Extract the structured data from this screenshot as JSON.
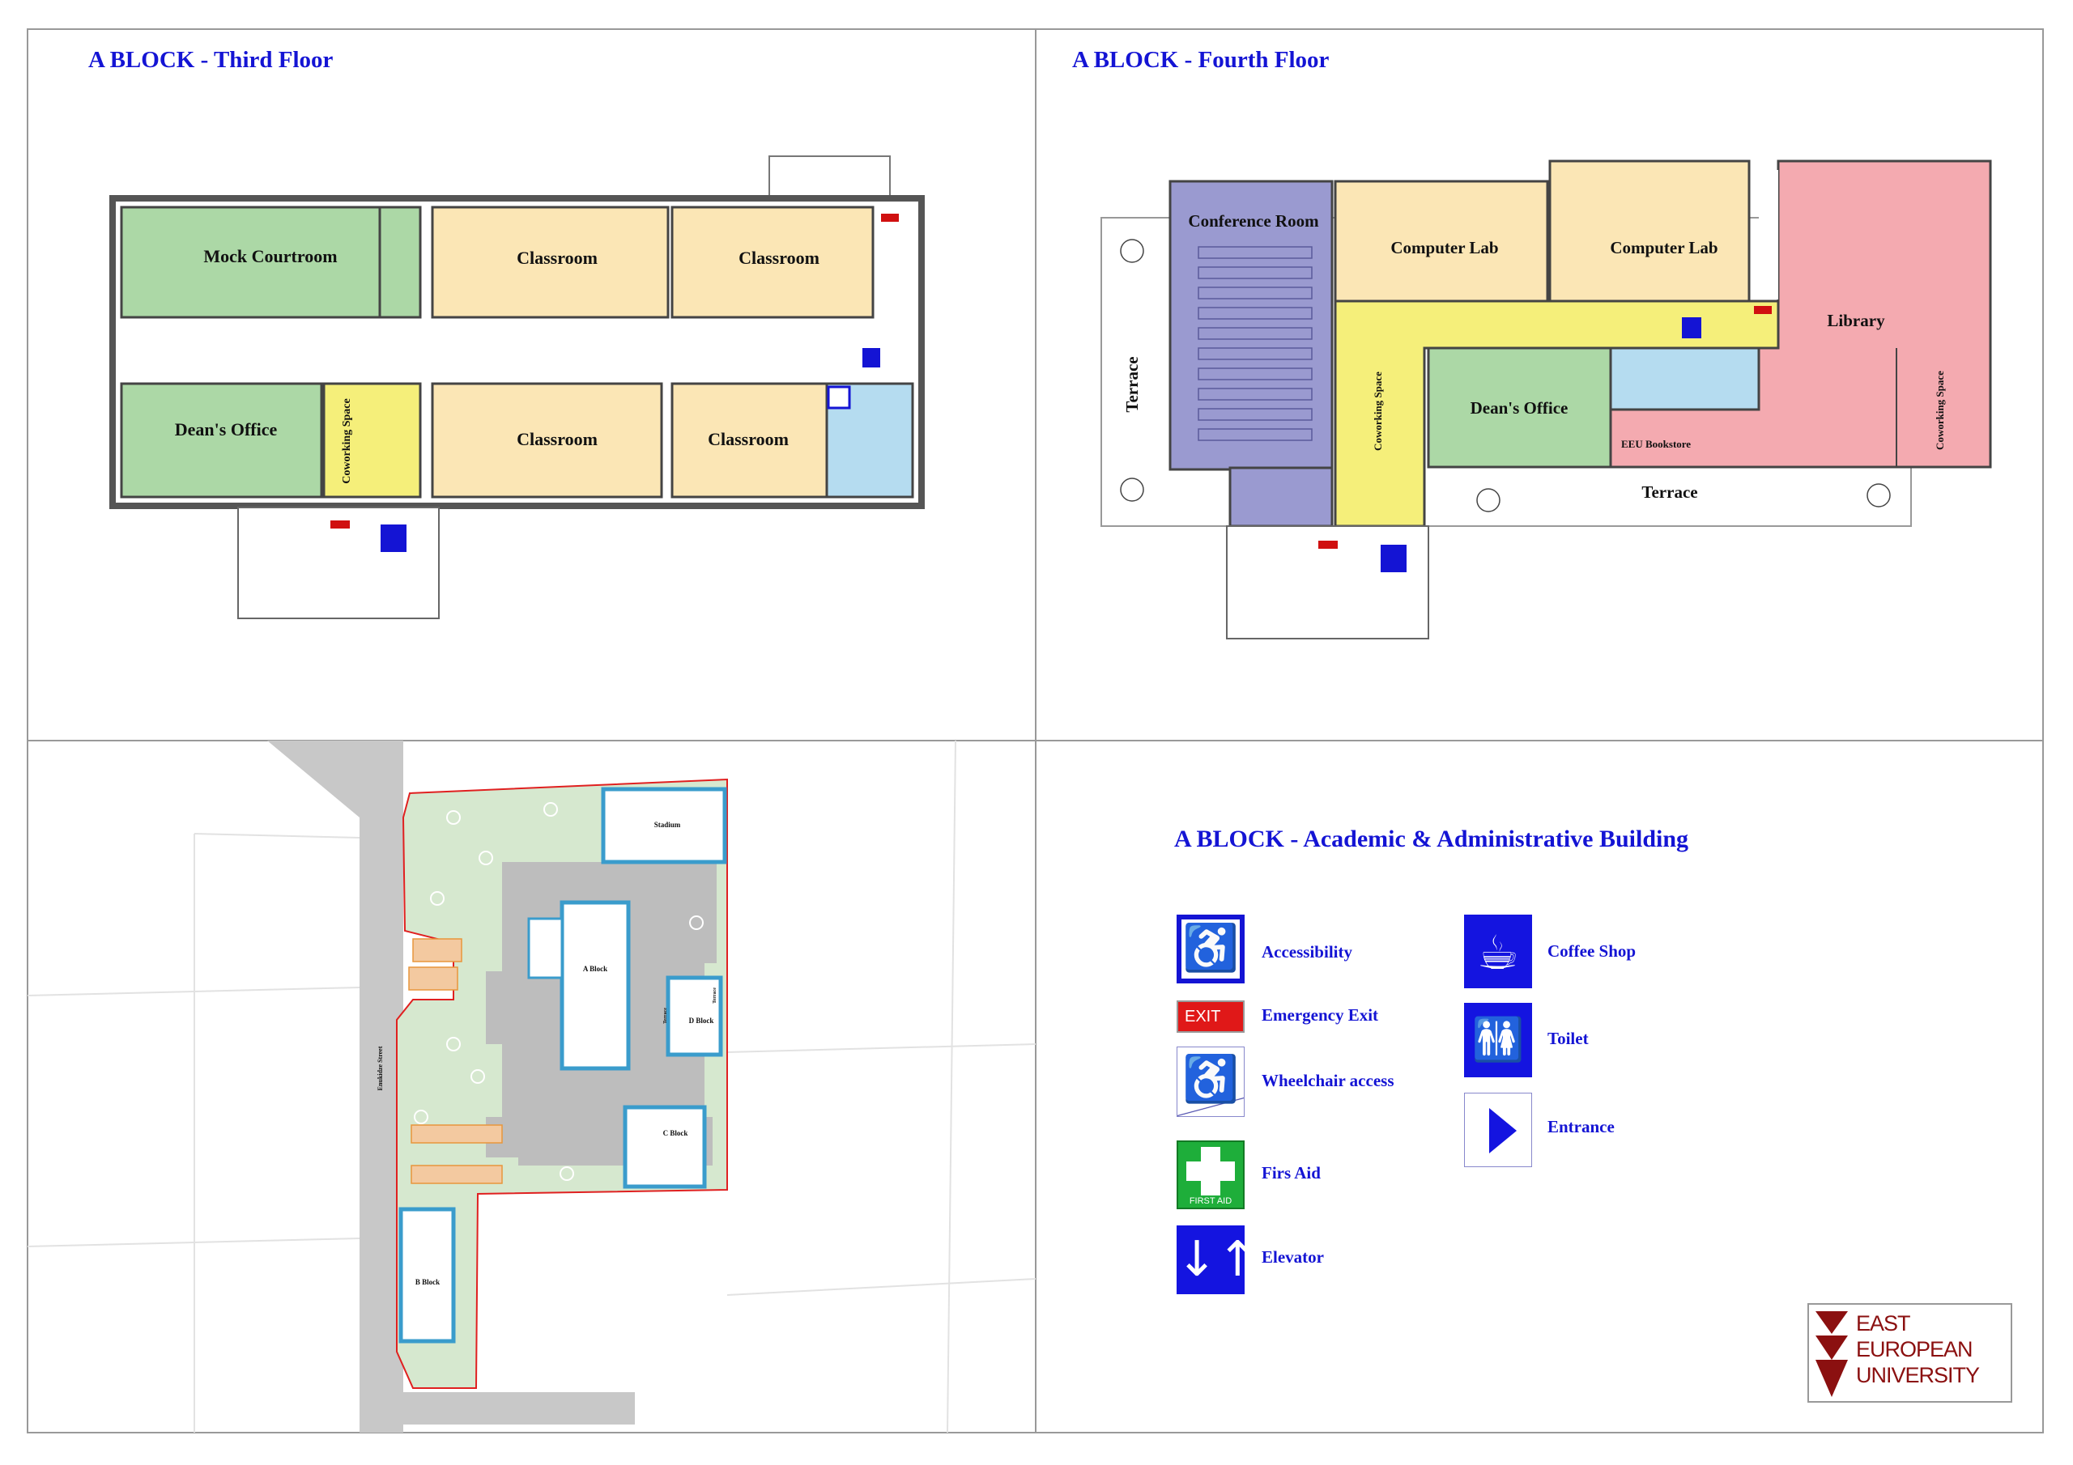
{
  "third_floor": {
    "title": "A BLOCK - Third Floor",
    "rooms": [
      "Mock Courtroom",
      "Classroom",
      "Classroom",
      "Dean's Office",
      "Coworking Space",
      "Classroom",
      "Classroom"
    ]
  },
  "fourth_floor": {
    "title": "A BLOCK - Fourth Floor",
    "rooms": [
      "Conference Room",
      "Computer Lab",
      "Computer Lab",
      "Terrace",
      "Coworking Space",
      "Dean's Office",
      "Library",
      "EEU Bookstore",
      "Coworking Space",
      "Terrace"
    ]
  },
  "site_plan": {
    "street": "Enukidze Street",
    "buildings": [
      "Stadium",
      "A Block",
      "D Block",
      "C Block",
      "B Block",
      "Terrace",
      "Terrace"
    ]
  },
  "legend": {
    "title": "A BLOCK - Academic & Administrative Building",
    "items": [
      {
        "label": "Accessibility",
        "icon": "wheelchair-icon"
      },
      {
        "label": "Emergency Exit",
        "icon": "exit-icon",
        "icon_text": "EXIT"
      },
      {
        "label": "Wheelchair access",
        "icon": "wheelchair-ramp-icon"
      },
      {
        "label": "Firs Aid",
        "icon": "first-aid-icon",
        "icon_text": "FIRST AID"
      },
      {
        "label": "Elevator",
        "icon": "elevator-icon"
      },
      {
        "label": "Coffee Shop",
        "icon": "coffee-icon"
      },
      {
        "label": "Toilet",
        "icon": "toilet-icon"
      },
      {
        "label": "Entrance",
        "icon": "entrance-arrow-icon"
      }
    ]
  },
  "logo": {
    "lines": [
      "EAST",
      "EUROPEAN",
      "UNIVERSITY"
    ]
  },
  "colors": {
    "heading": "#1414d4",
    "classroom": "#fbe6b5",
    "office": "#acd8a6",
    "coworking": "#f5ef7a",
    "toilet": "#b5dcf0",
    "conference": "#9a9ad0",
    "library": "#f4aab0",
    "boundary": "#e02020"
  }
}
